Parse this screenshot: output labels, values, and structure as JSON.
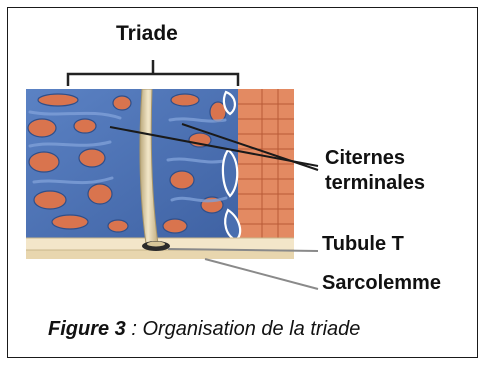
{
  "labels": {
    "triade": "Triade",
    "citernes_line1": "Citernes",
    "citernes_line2": "terminales",
    "tubule": "Tubule T",
    "sarcolemme": "Sarcolemme"
  },
  "caption": {
    "figure": "Figure 3",
    "text": " : Organisation de la triade"
  },
  "colors": {
    "reticulum_blue": "#4a6fb0",
    "myofibril_orange": "#d9744e",
    "tubule_beige": "#d8c79a",
    "membrane_cream": "#f3e6c9",
    "pointer_line": "#8a8a8a"
  }
}
